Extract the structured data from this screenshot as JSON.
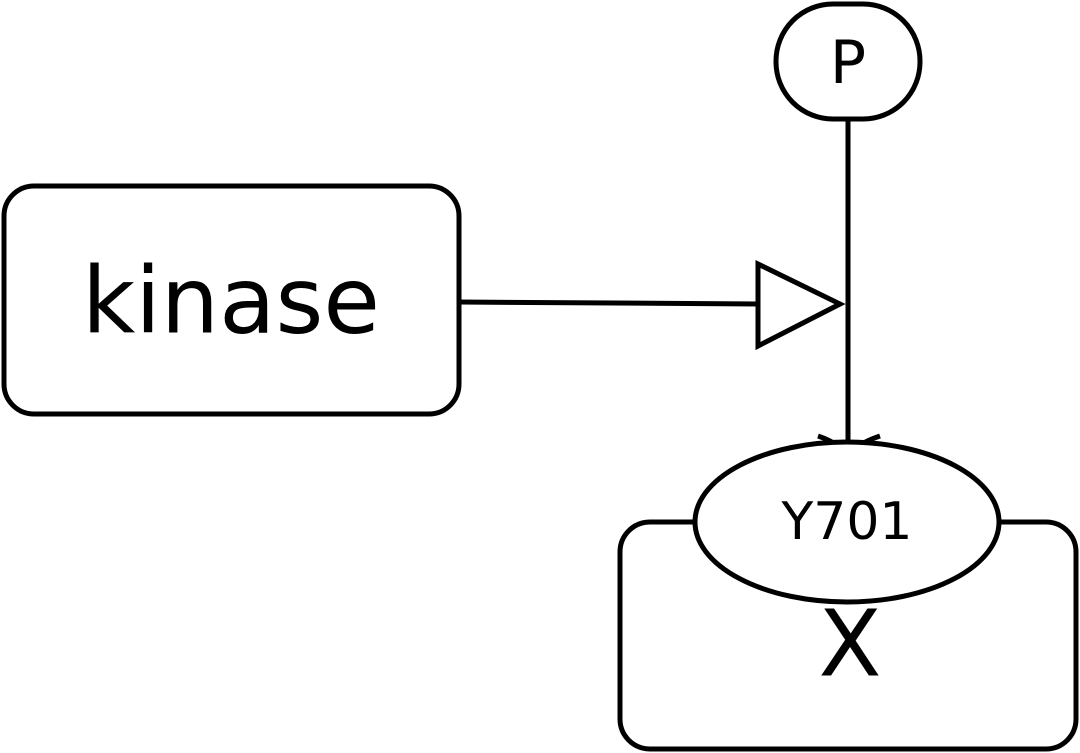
{
  "diagram": {
    "nodes": {
      "kinase": {
        "label": "kinase",
        "shape": "rounded-rectangle"
      },
      "phosphate": {
        "label": "P",
        "shape": "stadium"
      },
      "target": {
        "label": "X",
        "shape": "rounded-rectangle"
      },
      "site": {
        "label": "Y701",
        "shape": "ellipse"
      }
    },
    "edges": [
      {
        "from": "kinase",
        "to": "process-node",
        "type": "catalysis",
        "arrowhead": "open-triangle"
      },
      {
        "from": "phosphate",
        "to": "site",
        "type": "phosphorylation"
      }
    ],
    "colors": {
      "stroke": "#000000",
      "fill": "#ffffff",
      "background": "#ffffff"
    }
  }
}
